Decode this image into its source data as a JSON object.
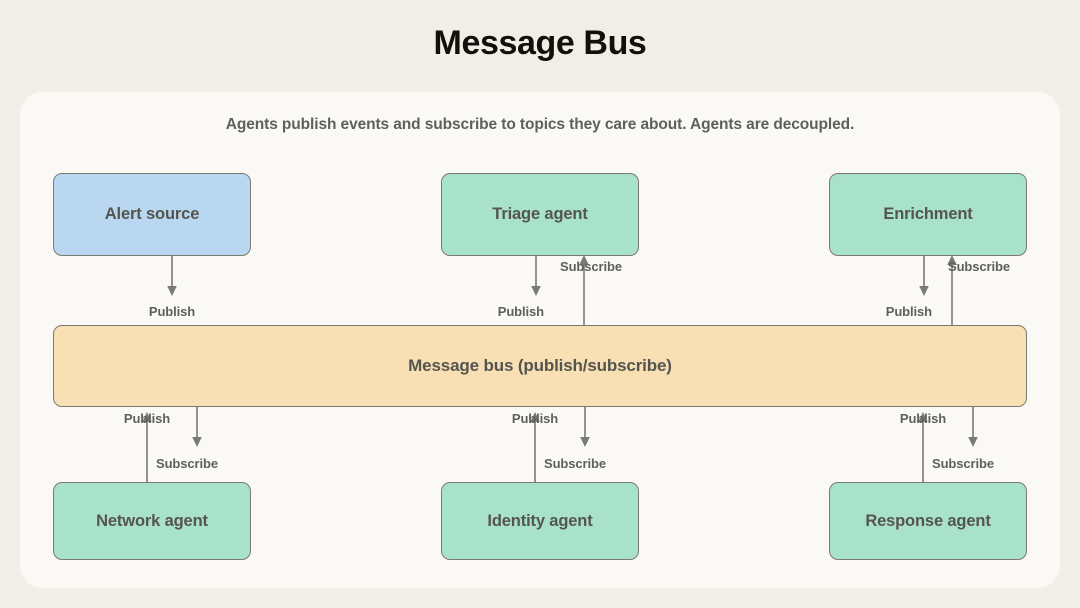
{
  "title": "Message Bus",
  "card": {
    "subtitle": "Agents publish events and subscribe to topics they care about. Agents are decoupled."
  },
  "colors": {
    "page_background": "#F0EEE6",
    "card_background": "#FAF9F5",
    "source_node": "#BAD7F2",
    "agent_node": "#A9E2CB",
    "bus": "#F8DFB4",
    "border": "#7A7A72",
    "text": "#55554F",
    "label_text": "#60605B",
    "title_text": "#11100C"
  },
  "bus": {
    "label": "Message bus (publish/subscribe)"
  },
  "top_nodes": [
    {
      "label": "Alert source",
      "kind": "source"
    },
    {
      "label": "Triage agent",
      "kind": "agent"
    },
    {
      "label": "Enrichment",
      "kind": "agent"
    }
  ],
  "bottom_nodes": [
    {
      "label": "Network agent",
      "kind": "agent"
    },
    {
      "label": "Identity agent",
      "kind": "agent"
    },
    {
      "label": "Response agent",
      "kind": "agent"
    }
  ],
  "edges": {
    "publish": "Publish",
    "subscribe": "Subscribe"
  },
  "top_edge_labels": [
    {
      "publish": "Publish",
      "subscribe": null
    },
    {
      "publish": "Publish",
      "subscribe": "Subscribe"
    },
    {
      "publish": "Publish",
      "subscribe": "Subscribe"
    }
  ],
  "bottom_edge_labels": [
    {
      "publish": "Publish",
      "subscribe": "Subscribe"
    },
    {
      "publish": "Publish",
      "subscribe": "Subscribe"
    },
    {
      "publish": "Publish",
      "subscribe": "Subscribe"
    }
  ]
}
